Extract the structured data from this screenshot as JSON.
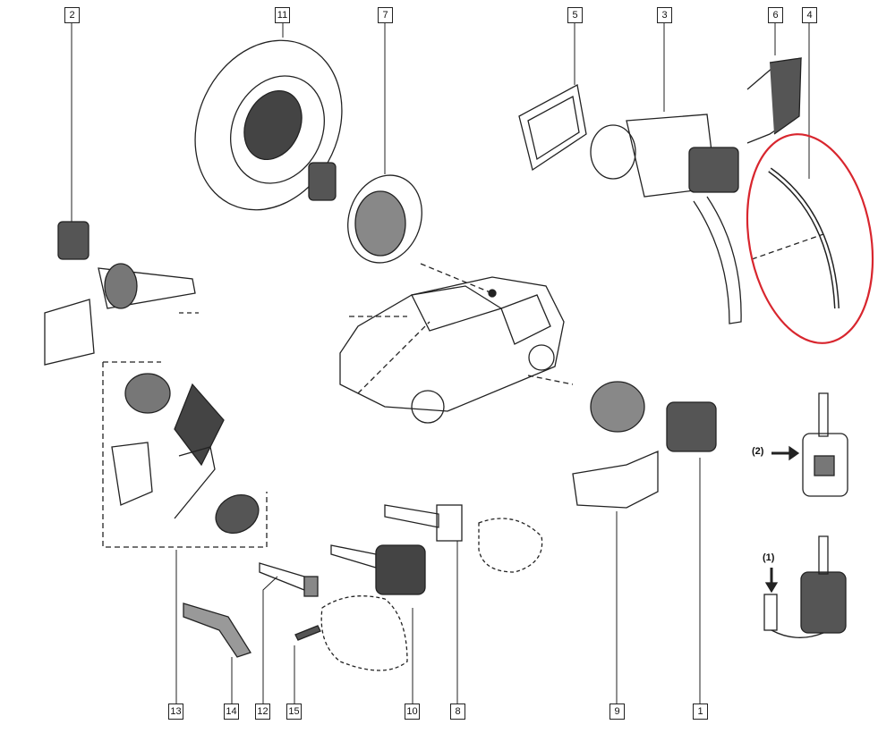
{
  "diagram": {
    "top_labels": [
      "2",
      "11",
      "7",
      "5",
      "3",
      "6",
      "4"
    ],
    "bottom_labels": [
      "13",
      "14",
      "12",
      "15",
      "10",
      "8",
      "9",
      "1"
    ],
    "callouts": {
      "key_2": "(2)",
      "key_1": "(1)"
    },
    "highlight_color": "#d8262e",
    "line_color": "#222222"
  }
}
